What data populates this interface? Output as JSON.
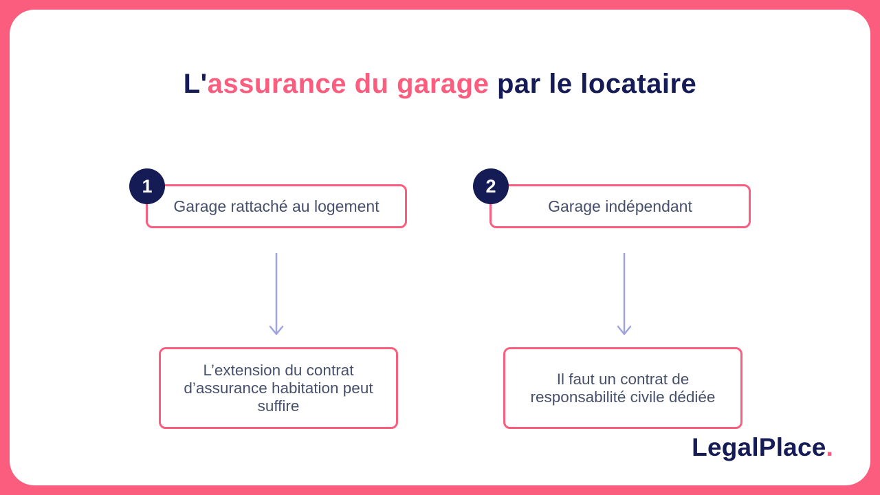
{
  "title": {
    "prefix": "L'",
    "highlight": "assurance du garage",
    "suffix": " par le locataire"
  },
  "columns": [
    {
      "number": "1",
      "top_label": "Garage rattaché au logement",
      "bottom_label": "L’extension du contrat d’assurance habitation peut suffire"
    },
    {
      "number": "2",
      "top_label": "Garage indépendant",
      "bottom_label": "Il faut un contrat de responsabilité civile dédiée"
    }
  ],
  "logo": {
    "text": "LegalPlace",
    "dot": "."
  },
  "colors": {
    "background_pink": "#FA5D7E",
    "card_white": "#FFFFFF",
    "navy": "#151B54",
    "box_border_pink": "#FA5D7E",
    "box_text_gray": "#47506A",
    "arrow_lavender": "#9FA4DF"
  }
}
